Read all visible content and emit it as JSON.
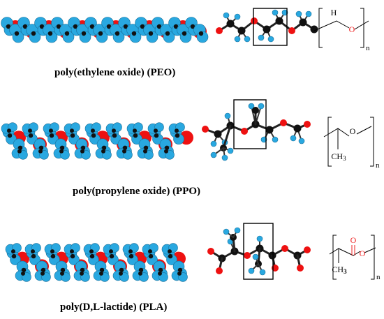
{
  "figure": {
    "colors": {
      "carbon": "#111111",
      "oxygen": "#ee1111",
      "hydrogen": "#29a8e0",
      "bond_red": "#dd2222",
      "line": "#000000"
    }
  },
  "rows": [
    {
      "id": "peo",
      "caption": "poly(ethylene oxide) (PEO)",
      "formula": {
        "h": "H",
        "o": "O",
        "n": "n"
      }
    },
    {
      "id": "ppo",
      "caption": "poly(propylene oxide) (PPO)",
      "formula": {
        "o": "O",
        "ch3": "CH",
        "ch3_sub": "3",
        "n": "n"
      }
    },
    {
      "id": "pla",
      "caption": "poly(D,L-lactide) (PLA)",
      "formula": {
        "o_carbonyl": "O",
        "o_ester": "O",
        "ch3": "CH",
        "ch3_sub": "3",
        "n": "n"
      }
    }
  ]
}
